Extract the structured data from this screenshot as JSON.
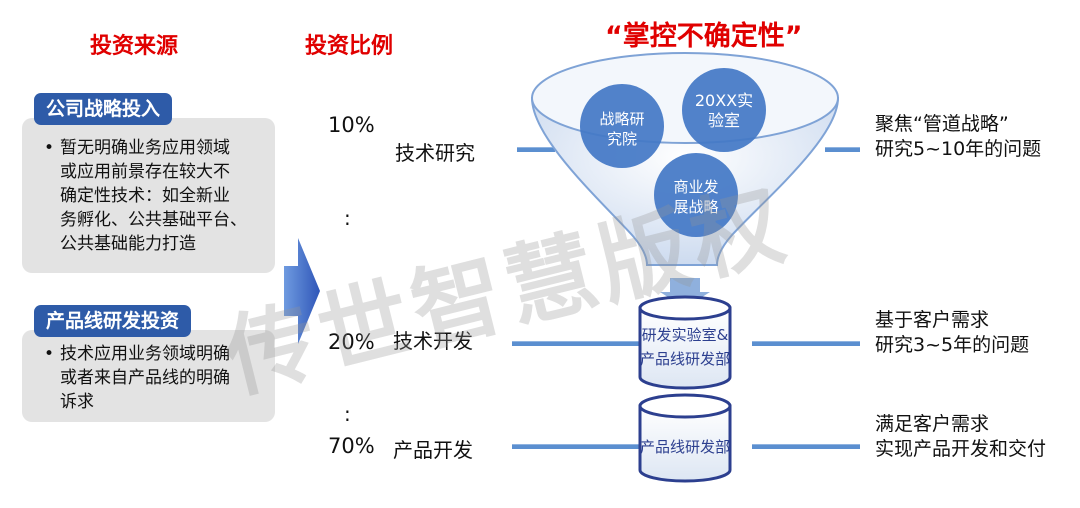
{
  "headers": {
    "source": "投资来源",
    "ratio": "投资比例",
    "control": "“掌控不确定性”"
  },
  "sources": [
    {
      "title": "公司战略投入",
      "lines": [
        "暂无明确业务应用领域",
        "或应用前景存在较大不",
        "确定性技术：如全新业",
        "务孵化、公共基础平台、",
        "公共基础能力打造"
      ]
    },
    {
      "title": "产品线研发投资",
      "lines": [
        "技术应用业务领域明确",
        "或者来自产品线的明确",
        "诉求"
      ]
    }
  ],
  "bullet_symbol": "•",
  "rows": [
    {
      "percent": "10%",
      "label": "技术研究",
      "desc": [
        "聚焦“管道战略”",
        "研究5~10年的问题"
      ]
    },
    {
      "percent": "20%",
      "label": "技术开发",
      "desc": [
        "基于客户需求",
        "研究3~5年的问题"
      ]
    },
    {
      "percent": "70%",
      "label": "产品开发",
      "desc": [
        "满足客户需求",
        "实现产品开发和交付"
      ]
    }
  ],
  "separator": ":",
  "funnel_circles": [
    {
      "lines": [
        "战略研",
        "究院"
      ]
    },
    {
      "lines": [
        "20XX实",
        "验室"
      ]
    },
    {
      "lines": [
        "商业发",
        "展战略"
      ]
    }
  ],
  "cylinders": [
    {
      "lines": [
        "研发实验室&",
        "产品线研发部"
      ]
    },
    {
      "lines": [
        "产品线研发部"
      ]
    }
  ],
  "watermark": "传世智慧版权",
  "colors": {
    "accent_red": "#e00000",
    "brand_blue": "#2e5ba8",
    "line_blue": "#5b8fd0"
  }
}
